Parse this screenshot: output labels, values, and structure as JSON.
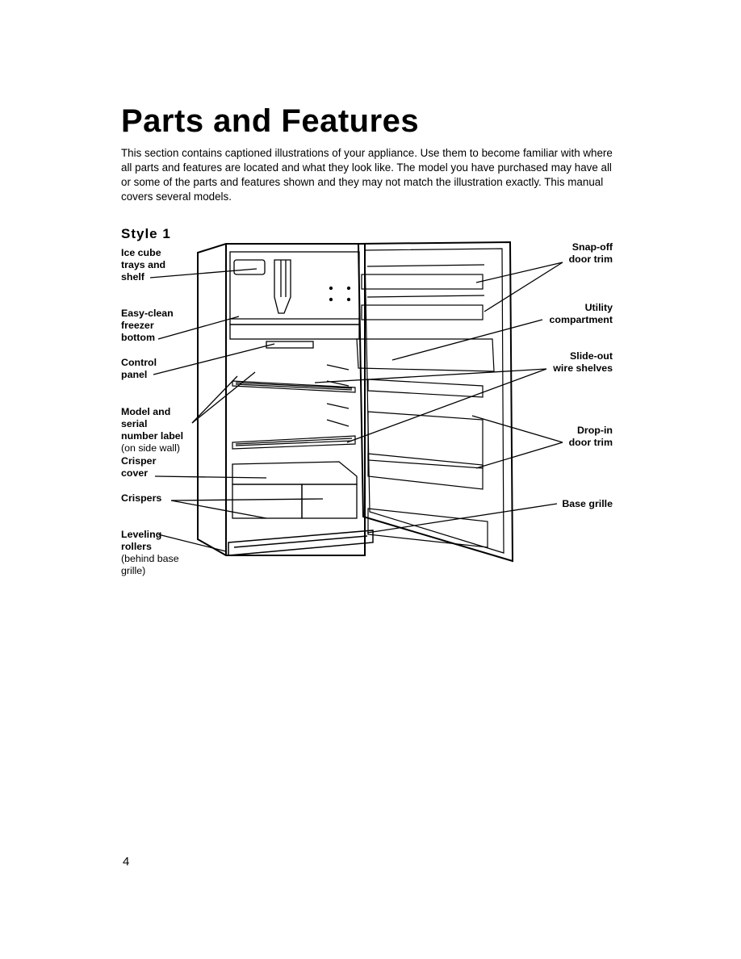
{
  "page": {
    "title": "Parts and Features",
    "intro": "This section contains captioned illustrations of your appliance. Use them to become familiar with where all parts and features are located and what they look like. The model you have purchased may have all or some of the parts and features shown and they may not match the illustration exactly. This manual covers several models.",
    "style_heading": "Style 1",
    "page_number": "4"
  },
  "labels": {
    "ice_cube": "Ice cube\ntrays and\nshelf",
    "easy_clean": "Easy-clean\nfreezer\nbottom",
    "control_panel": "Control\npanel",
    "model_serial": "Model and\nserial\nnumber label",
    "model_serial_note": "(on side wall)",
    "crisper_cover": "Crisper\ncover",
    "crispers": "Crispers",
    "leveling": "Leveling\nrollers",
    "leveling_note": "(behind base\ngrille)",
    "snap_off": "Snap-off\ndoor trim",
    "utility": "Utility\ncompartment",
    "slide_out": "Slide-out\nwire shelves",
    "drop_in": "Drop-in\ndoor trim",
    "base_grille": "Base grille"
  }
}
